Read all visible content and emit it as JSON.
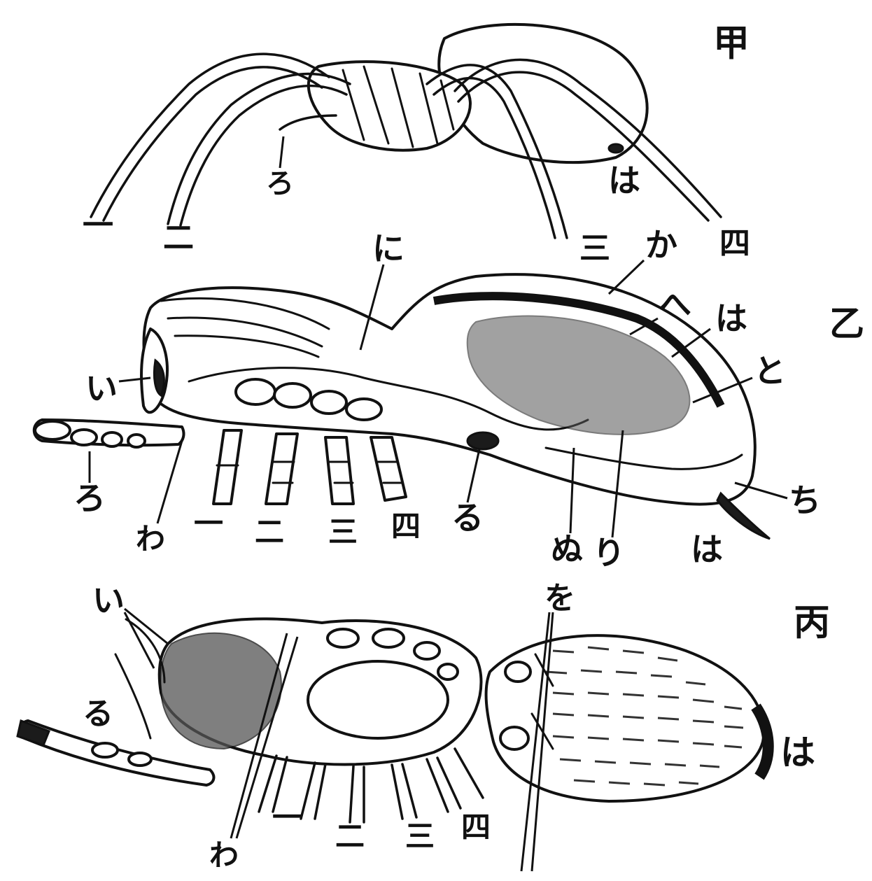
{
  "figures": {
    "a": {
      "panel_label": "甲",
      "labels": {
        "ro": "ろ",
        "ha": "は",
        "leg1": "一",
        "leg2": "二",
        "leg3": "三",
        "leg4": "四"
      }
    },
    "b": {
      "panel_label": "乙",
      "labels": {
        "ni": "に",
        "ka": "か",
        "he": "へ",
        "ha": "は",
        "to": "と",
        "i": "い",
        "ro": "ろ",
        "wa": "わ",
        "leg1": "一",
        "leg2": "二",
        "leg3": "三",
        "leg4": "四",
        "ru": "る",
        "nu": "ぬ",
        "ri": "り",
        "chi": "ち",
        "ha2": "は"
      }
    },
    "c": {
      "panel_label": "丙",
      "labels": {
        "wo": "を",
        "i": "い",
        "ru": "る",
        "ha": "は",
        "wa": "わ",
        "leg1": "一",
        "leg2": "二",
        "leg3": "三",
        "leg4": "四"
      }
    }
  }
}
